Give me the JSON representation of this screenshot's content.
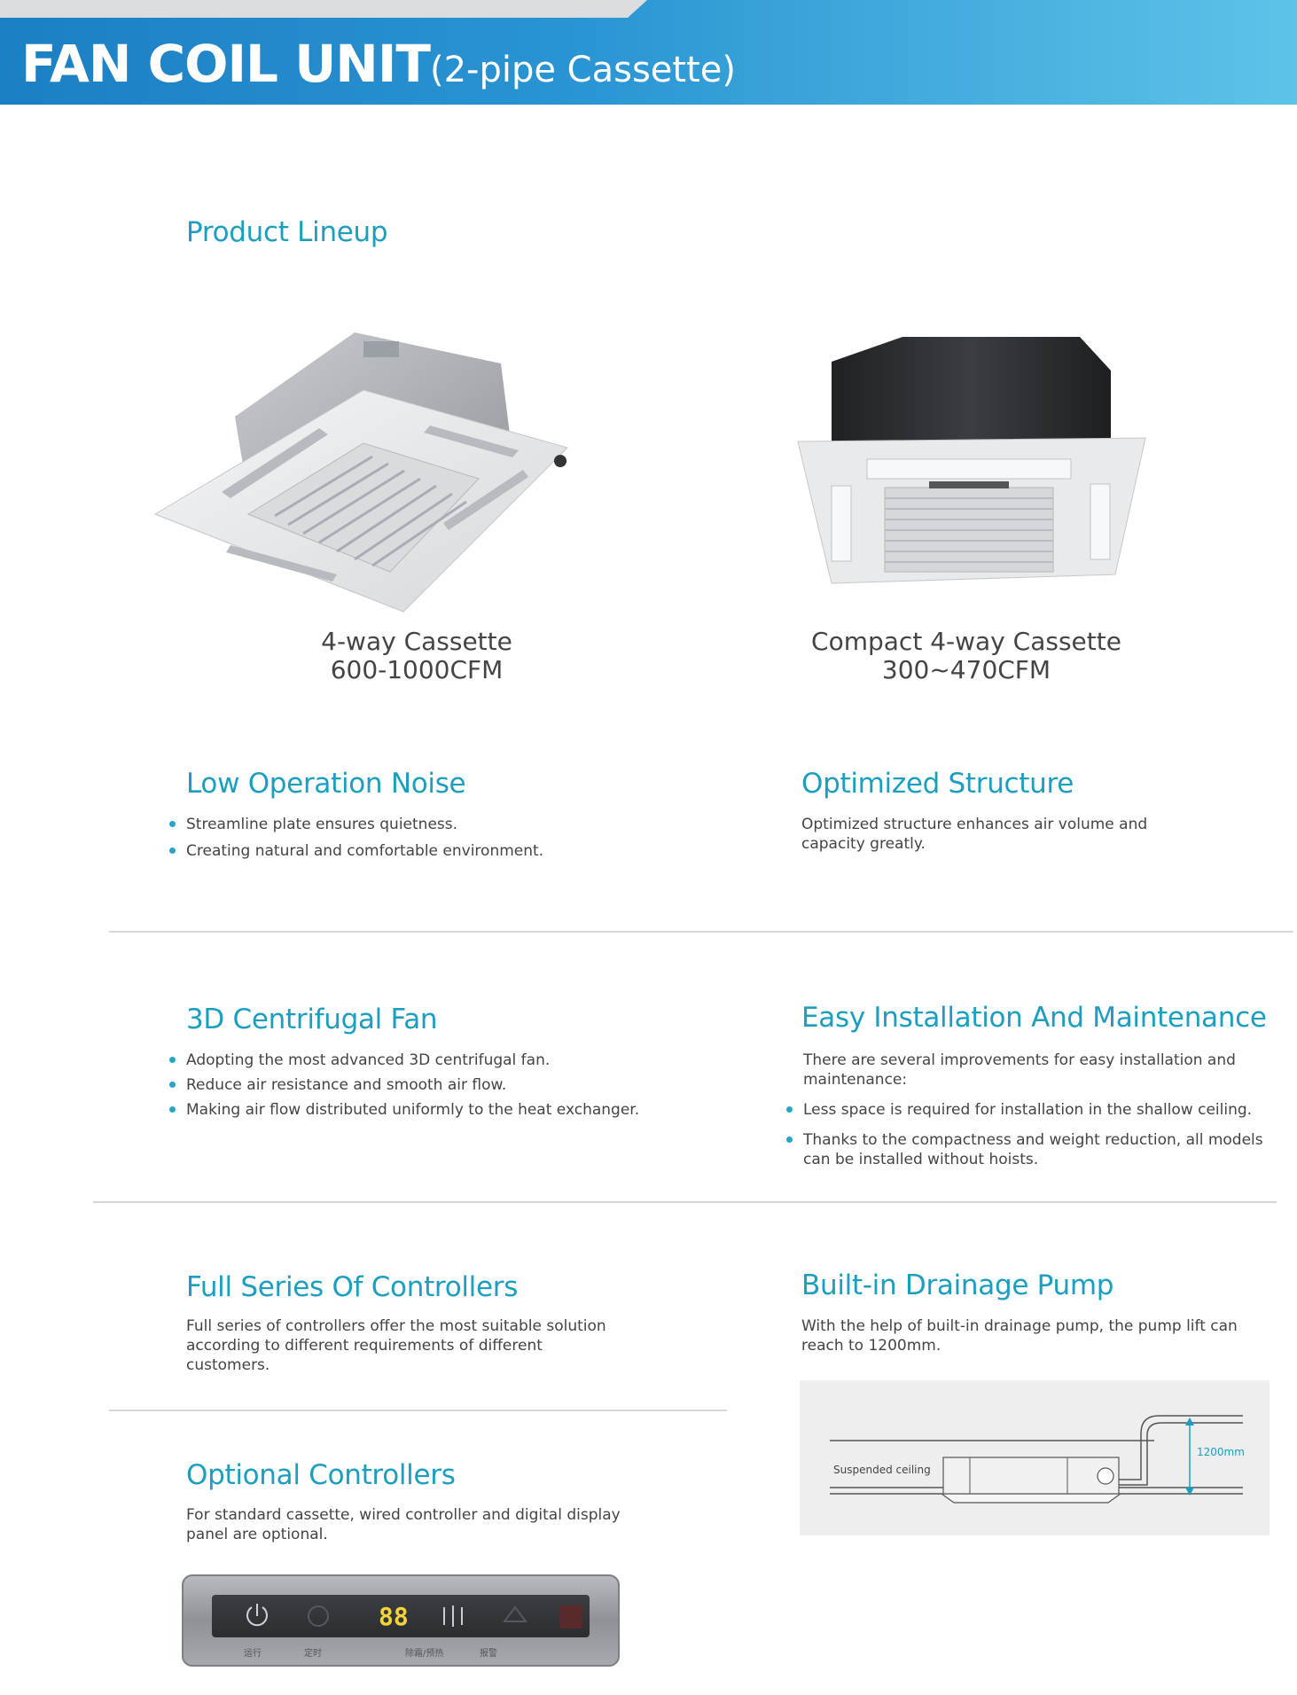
{
  "header": {
    "title_main": "FAN COIL UNIT",
    "title_sub": "(2-pipe Cassette)"
  },
  "lineup": {
    "heading": "Product Lineup",
    "products": [
      {
        "name": "4-way Cassette",
        "capacity": "600-1000CFM"
      },
      {
        "name": "Compact 4-way Cassette",
        "capacity": "300~470CFM"
      }
    ]
  },
  "low_noise": {
    "heading": "Low Operation Noise",
    "bullets": [
      "Streamline plate ensures quietness.",
      "Creating natural and comfortable environment."
    ]
  },
  "optimized": {
    "heading": "Optimized Structure",
    "text": "Optimized structure enhances air volume and capacity greatly."
  },
  "fan": {
    "heading": "3D Centrifugal Fan",
    "bullets": [
      "Adopting the most advanced 3D centrifugal fan.",
      "Reduce air resistance and smooth air flow.",
      "Making air flow distributed uniformly to the heat exchanger."
    ]
  },
  "install": {
    "heading": "Easy Installation And Maintenance",
    "intro": "There are several improvements for easy installation and maintenance:",
    "bullets": [
      "Less space is required for installation in the shallow ceiling.",
      "Thanks to the compactness and weight reduction, all models can be installed without hoists."
    ]
  },
  "controllers": {
    "heading": "Full Series Of Controllers",
    "text": "Full series of controllers offer the most suitable solution according to different requirements of different customers."
  },
  "pump": {
    "heading": "Built-in Drainage Pump",
    "text": "With the help of built-in drainage pump, the pump lift can reach to 1200mm.",
    "diagram": {
      "ceiling_label": "Suspended ceiling",
      "lift_label": "1200mm"
    }
  },
  "optional": {
    "heading": "Optional Controllers",
    "text": "For standard cassette, wired controller and digital display panel are optional."
  },
  "display_panel": {
    "digits": "88",
    "labels": [
      "运行",
      "定时",
      "除霜/预热",
      "报警"
    ]
  },
  "colors": {
    "accent": "#1b9ec0",
    "banner_start": "#1b7fc4",
    "banner_end": "#5ec3e8",
    "bullet": "#2aa3c9"
  }
}
